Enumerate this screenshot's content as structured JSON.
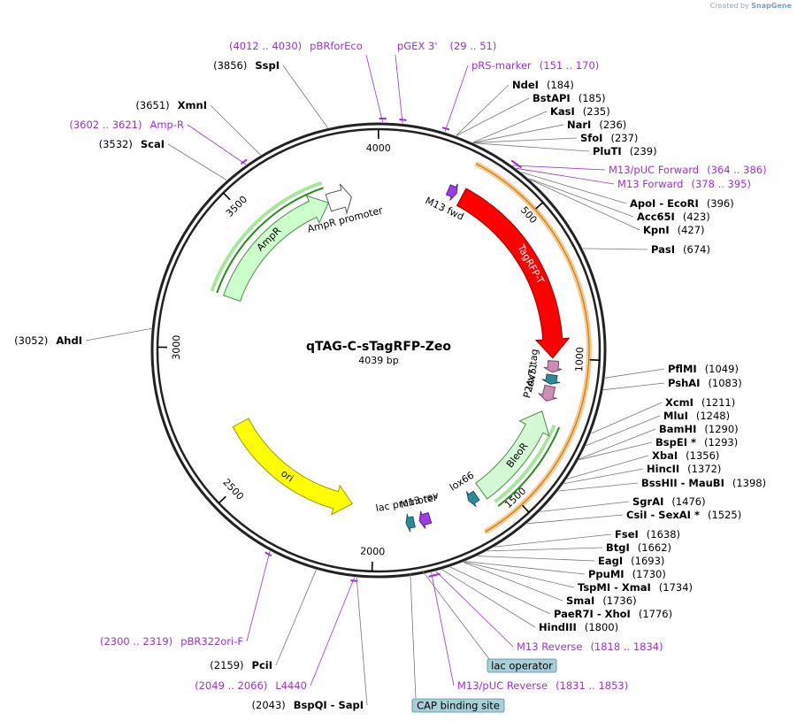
{
  "credit": {
    "prefix": "Created by",
    "brand": "SnapGene"
  },
  "plasmid": {
    "name": "qTAG-C-sTagRFP-Zeo",
    "length_label": "4039 bp",
    "length": 4039
  },
  "ruler_ticks": [
    "500",
    "1000",
    "1500",
    "2000",
    "2500",
    "3000",
    "3500",
    "4000"
  ],
  "features": [
    {
      "label": "TagRFP-T",
      "start": 280,
      "end": 1000,
      "color": "#ff0000",
      "edge": "#a00000",
      "track": "outer",
      "label_inside": true
    },
    {
      "label": "M13 fwd",
      "start": 225,
      "end": 258,
      "color": "#9b3ee0",
      "edge": "#5b1a99",
      "track": "outer",
      "kind": "primer"
    },
    {
      "label": "V5 tag",
      "start": 1010,
      "end": 1052,
      "color": "#cc8fb3",
      "edge": "#7c4a66",
      "track": "outer",
      "kind": "tag"
    },
    {
      "label": "lox71",
      "start": 1062,
      "end": 1096,
      "color": "#2e8a99",
      "edge": "#1b5760",
      "track": "outer",
      "kind": "tag"
    },
    {
      "label": "P2A",
      "start": 1104,
      "end": 1160,
      "color": "#cc8fb3",
      "edge": "#7c4a66",
      "track": "outer",
      "kind": "tag"
    },
    {
      "label": "BleoR",
      "start": 1200,
      "end": 1575,
      "color": "#d4f7d4",
      "edge": "#4c8c4c",
      "track": "outer",
      "reverse": true,
      "label_inside": true
    },
    {
      "label": "lox66",
      "start": 1600,
      "end": 1634,
      "color": "#2e8a99",
      "edge": "#1b5760",
      "track": "outer",
      "kind": "tag"
    },
    {
      "label": "M13 rev",
      "start": 1790,
      "end": 1830,
      "color": "#9b3ee0",
      "edge": "#5b1a99",
      "track": "outer",
      "kind": "primer"
    },
    {
      "label": "lac promoter",
      "start": 1850,
      "end": 1880,
      "color": "#2e8a99",
      "edge": "#1b5760",
      "track": "outer",
      "kind": "tag"
    },
    {
      "label": "ori",
      "start": 2090,
      "end": 2680,
      "color": "#ffff00",
      "edge": "#9a9a00",
      "track": "inner",
      "reverse": true,
      "label_inside": true
    },
    {
      "label": "AmpR",
      "start": 3210,
      "end": 3790,
      "color": "#ccffcc",
      "edge": "#4c8c4c",
      "track": "inner",
      "label_inside": true
    },
    {
      "label": "AmpR promoter",
      "start": 3790,
      "end": 3888,
      "color": "#ffffff",
      "edge": "#555555",
      "track": "inner"
    }
  ],
  "top_labels": [
    {
      "name": "pBRforEco",
      "coords": "(4012 .. 4030)",
      "primer": true
    },
    {
      "name": "pGEX 3'",
      "coords": "(29 .. 51)",
      "primer": true
    }
  ],
  "right_labels": [
    {
      "name": "pRS-marker",
      "coords": "(151 .. 170)",
      "primer": true
    },
    {
      "name": "NdeI",
      "coords": "(184)"
    },
    {
      "name": "BstAPI",
      "coords": "(185)"
    },
    {
      "name": "KasI",
      "coords": "(235)"
    },
    {
      "name": "NarI",
      "coords": "(236)"
    },
    {
      "name": "SfoI",
      "coords": "(237)"
    },
    {
      "name": "PluTI",
      "coords": "(239)"
    },
    {
      "name": "M13/pUC Forward",
      "coords": "(364 .. 386)",
      "primer": true
    },
    {
      "name": "M13 Forward",
      "coords": "(378 .. 395)",
      "primer": true
    },
    {
      "name": "ApoI - EcoRI",
      "coords": "(396)"
    },
    {
      "name": "Acc65I",
      "coords": "(423)"
    },
    {
      "name": "KpnI",
      "coords": "(427)"
    },
    {
      "name": "PasI",
      "coords": "(674)"
    },
    {
      "name": "PflMI",
      "coords": "(1049)"
    },
    {
      "name": "PshAI",
      "coords": "(1083)"
    },
    {
      "name": "XcmI",
      "coords": "(1211)"
    },
    {
      "name": "MluI",
      "coords": "(1248)"
    },
    {
      "name": "BamHI",
      "coords": "(1290)"
    },
    {
      "name": "BspEI *",
      "coords": "(1293)"
    },
    {
      "name": "XbaI",
      "coords": "(1356)"
    },
    {
      "name": "HincII",
      "coords": "(1372)"
    },
    {
      "name": "BssHII - MauBI",
      "coords": "(1398)"
    },
    {
      "name": "SgrAI",
      "coords": "(1476)"
    },
    {
      "name": "CsiI - SexAI *",
      "coords": "(1525)"
    },
    {
      "name": "FseI",
      "coords": "(1638)"
    },
    {
      "name": "BtgI",
      "coords": "(1662)"
    },
    {
      "name": "EagI",
      "coords": "(1693)"
    },
    {
      "name": "PpuMI",
      "coords": "(1730)"
    },
    {
      "name": "TspMI - XmaI",
      "coords": "(1734)"
    },
    {
      "name": "SmaI",
      "coords": "(1736)"
    },
    {
      "name": "PaeR7I - XhoI",
      "coords": "(1776)"
    },
    {
      "name": "HindIII",
      "coords": "(1800)"
    },
    {
      "name": "M13 Reverse",
      "coords": "(1818 .. 1834)",
      "primer": true
    },
    {
      "name": "M13/pUC Reverse",
      "coords": "(1831 .. 1853)",
      "primer": true
    }
  ],
  "boxed_labels": [
    {
      "name": "lac operator"
    },
    {
      "name": "CAP binding site"
    }
  ],
  "left_labels": [
    {
      "name": "SspI",
      "coords": "(3856)"
    },
    {
      "name": "XmnI",
      "coords": "(3651)"
    },
    {
      "name": "Amp-R",
      "coords": "(3602 .. 3621)",
      "primer": true
    },
    {
      "name": "ScaI",
      "coords": "(3532)"
    },
    {
      "name": "AhdI",
      "coords": "(3052)"
    },
    {
      "name": "pBR322ori-F",
      "coords": "(2300 .. 2319)",
      "primer": true
    },
    {
      "name": "PciI",
      "coords": "(2159)"
    },
    {
      "name": "L4440",
      "coords": "(2049 .. 2066)",
      "primer": true
    },
    {
      "name": "BspQI - SapI",
      "coords": "(2043)"
    }
  ],
  "colors": {
    "primer_text": "#9b30d9",
    "enzyme_text": "#000000",
    "coords_text": "#000000",
    "leader_line": "#777777",
    "backbone": "#222222",
    "orf_band": "#f7c98a",
    "orf_band_edge": "#c27a1a",
    "green_track": "#2b8a1e",
    "boxed_fill": "#a7cfd8"
  }
}
